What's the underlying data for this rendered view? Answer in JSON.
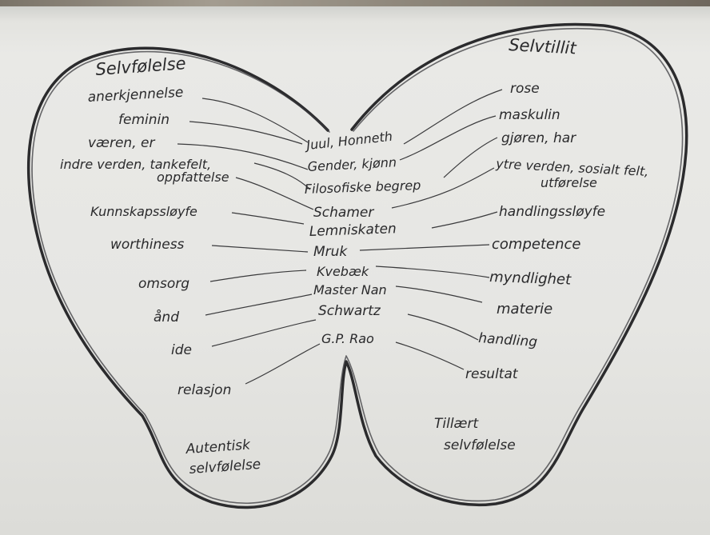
{
  "headings": {
    "left": "Selvfølelse",
    "right": "Selvtillit"
  },
  "left_labels": [
    "anerkjennelse",
    "feminin",
    "væren, er",
    "indre verden, tankefelt,",
    "oppfattelse",
    "Kunnskapssløyfe",
    "worthiness",
    "omsorg",
    "ånd",
    "ide",
    "relasjon"
  ],
  "center_labels": [
    "Juul, Honneth",
    "Gender, kjønn",
    "Filosofiske begrep",
    "Schamer",
    "Lemniskaten",
    "Mruk",
    "Kvebæk",
    "Master Nan",
    "Schwartz",
    "G.P. Rao"
  ],
  "right_labels": [
    "rose",
    "maskulin",
    "gjøren, har",
    "ytre verden, sosialt felt,",
    "utførelse",
    "handlingssløyfe",
    "competence",
    "myndlighet",
    "materie",
    "handling",
    "resultat"
  ],
  "bottom": {
    "left_line1": "Autentisk",
    "left_line2": "selvfølelse",
    "right_line1": "Tillært",
    "right_line2": "selvfølelse"
  }
}
